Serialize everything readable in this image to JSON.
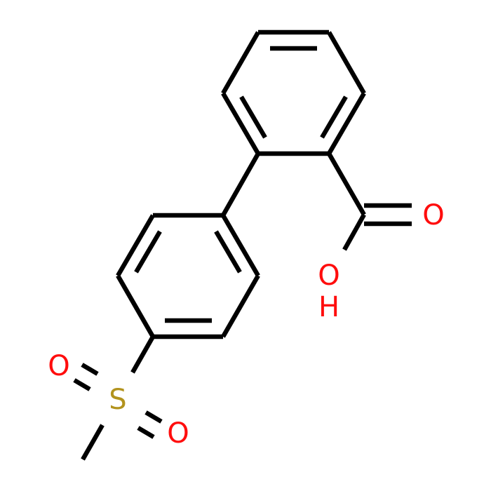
{
  "molecule": {
    "atoms": {
      "carbonyl_oxygen": {
        "label": "O",
        "color": "#ff0d0d"
      },
      "hydroxyl_oxygen": {
        "label": "O",
        "color": "#ff0d0d"
      },
      "hydroxyl_hydrogen": {
        "label": "H",
        "color": "#ff0d0d"
      },
      "sulfur": {
        "label": "S",
        "color": "#b2931e"
      },
      "sulfonyl_oxygen_upper": {
        "label": "O",
        "color": "#ff0d0d"
      },
      "sulfonyl_oxygen_lower": {
        "label": "O",
        "color": "#ff0d0d"
      }
    },
    "bond_color": "#000000"
  }
}
